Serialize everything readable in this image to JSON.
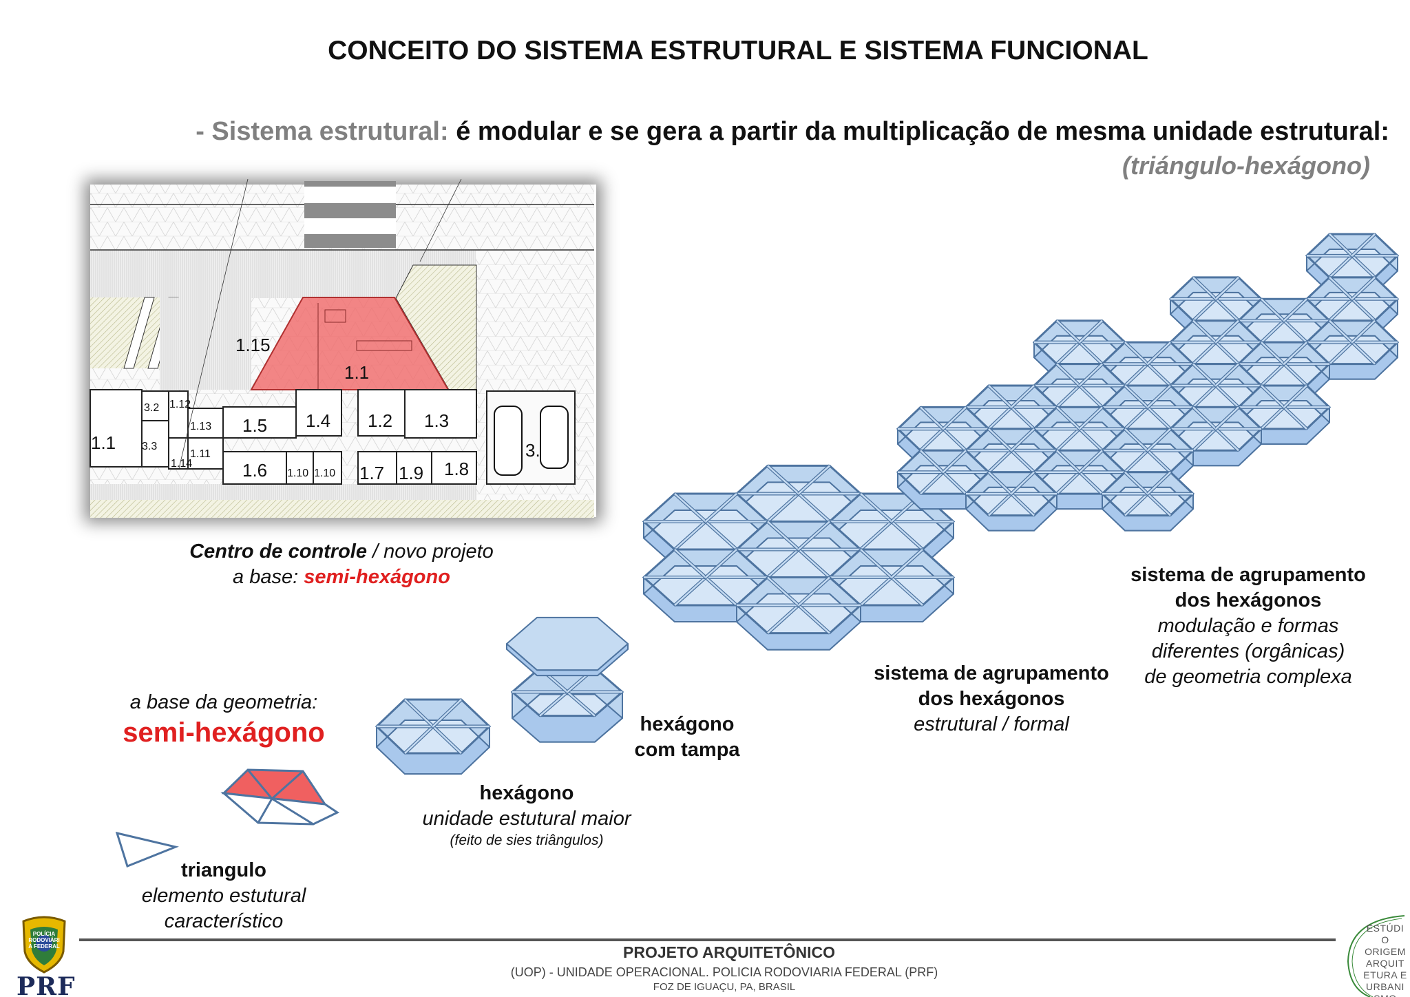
{
  "header": {
    "title": "CONCEITO DO SISTEMA ESTRUTURAL E SISTEMA FUNCIONAL",
    "subtitle_label": "- Sistema estrutural:",
    "subtitle_text": " é modular e se gera a partir da multiplicação de mesma unidade estrutural:",
    "subtitle_note": "(triángulo-hexágono)"
  },
  "floor_plan": {
    "rooms": [
      "1.1",
      "1.15",
      "1.1",
      "3.2",
      "1.12",
      "1.13",
      "1.5",
      "1.4",
      "1.2",
      "1.3",
      "3.3",
      "1.11",
      "1.14",
      "1.6",
      "1.10",
      "1.10",
      "1.7",
      "1.9",
      "1.8",
      "3."
    ],
    "caption_bold": "Centro de controle",
    "caption_italic": " / novo projeto",
    "caption2_prefix": "a base: ",
    "caption2_red": "semi-hexágono"
  },
  "geometry_base": {
    "label": "a base da geometria:",
    "value": "semi-hexágono"
  },
  "steps": {
    "triangle": {
      "title": "triangulo",
      "line1": "elemento estutural",
      "line2": "característico"
    },
    "hexagon": {
      "title": "hexágono",
      "line1": "unidade estutural maior",
      "line2": "(feito de sies triângulos)"
    },
    "hexagon_lid": {
      "line1": "hexágono",
      "line2": "com tampa"
    },
    "cluster": {
      "line1": "sistema de agrupamento",
      "line2": "dos hexágonos",
      "line3": "estrutural / formal"
    },
    "cluster_large": {
      "line1": "sistema de agrupamento",
      "line2": "dos hexágonos",
      "line3": "modulação e formas",
      "line4": "diferentes (orgânicas)",
      "line5": "de geometria complexa"
    }
  },
  "footer": {
    "title": "PROJETO ARQUITETÔNICO",
    "subtitle": "(UOP) - UNIDADE OPERACIONAL. POLICIA RODOVIARIA FEDERAL (PRF)",
    "location": "FOZ DE IGUAÇU, PA, BRASIL",
    "left_logo_text": "PRF",
    "left_badge_text": "POLÍCIA RODOVIÁRIA FEDERAL",
    "right_logo_text": "ESTÚDIO ORIGEM ARQUITETURA E URBANISMO"
  },
  "colors": {
    "accent_red": "#e02020",
    "hex_fill": "#c5dbf2",
    "hex_stroke": "#4e74a0",
    "plan_red": "#f07070"
  }
}
